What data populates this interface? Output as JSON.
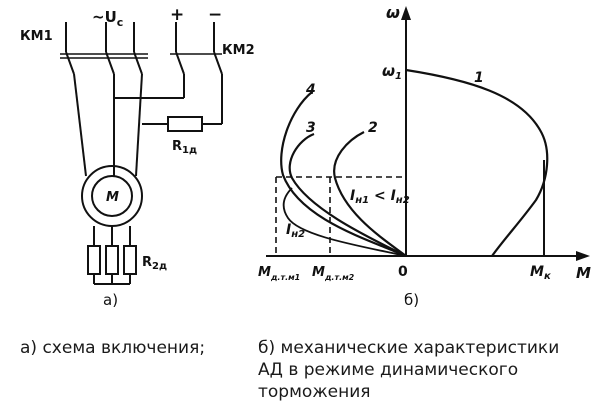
{
  "scheme": {
    "source_label": "~U",
    "source_sub": "c",
    "plus": "+",
    "minus": "−",
    "km1": "КМ1",
    "km2": "КМ2",
    "r1": "R",
    "r1_sub": "1д",
    "motor": "M",
    "r2": "R",
    "r2_sub": "2д",
    "panel_label": "а)"
  },
  "graph": {
    "y_axis": "ω",
    "omega1": "ω",
    "omega1_sub": "1",
    "x_axis": "M",
    "origin": "0",
    "mk": "M",
    "mk_sub": "к",
    "curve1": "1",
    "curve2": "2",
    "curve3": "3",
    "curve4": "4",
    "relation_a": "I",
    "relation_a_sub": "н1",
    "relation_op": " < ",
    "relation_b": "I",
    "relation_b_sub": "н2",
    "in2": "I",
    "in2_sub": "н2",
    "mdtm1": "M",
    "mdtm1_sub": "д.т.м1",
    "mdtm2": "M",
    "mdtm2_sub": "д.т.м2",
    "panel_label": "б)"
  },
  "captions": {
    "a": "а) схема включения;",
    "b_line1": "б) механические характеристики",
    "b_line2": "АД в режиме динамического",
    "b_line3": "торможения"
  }
}
